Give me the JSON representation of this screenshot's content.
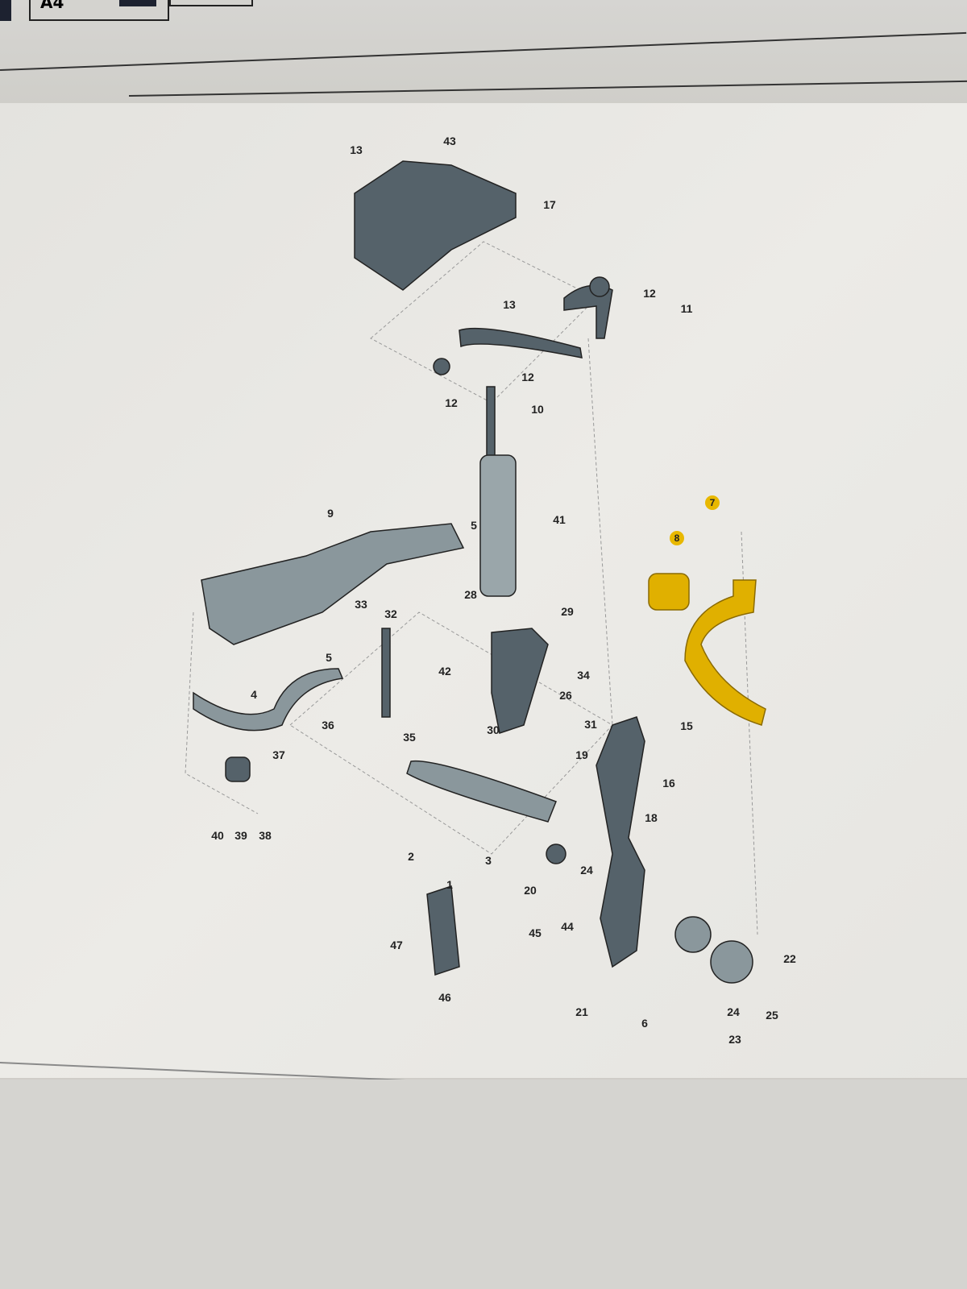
{
  "toolbar": {
    "tab_label": "A4"
  },
  "diagram": {
    "highlight_color": "#e0b000",
    "part_color": "#3f4a50",
    "labels": [
      "13",
      "43",
      "17",
      "13",
      "12",
      "11",
      "12",
      "10",
      "12",
      "9",
      "5",
      "41",
      "7",
      "8",
      "28",
      "29",
      "33",
      "32",
      "5",
      "42",
      "34",
      "26",
      "4",
      "36",
      "31",
      "35",
      "30",
      "15",
      "37",
      "19",
      "16",
      "18",
      "40",
      "39",
      "38",
      "2",
      "3",
      "1",
      "24",
      "20",
      "45",
      "44",
      "47",
      "46",
      "22",
      "21",
      "6",
      "24",
      "25",
      "23"
    ]
  }
}
